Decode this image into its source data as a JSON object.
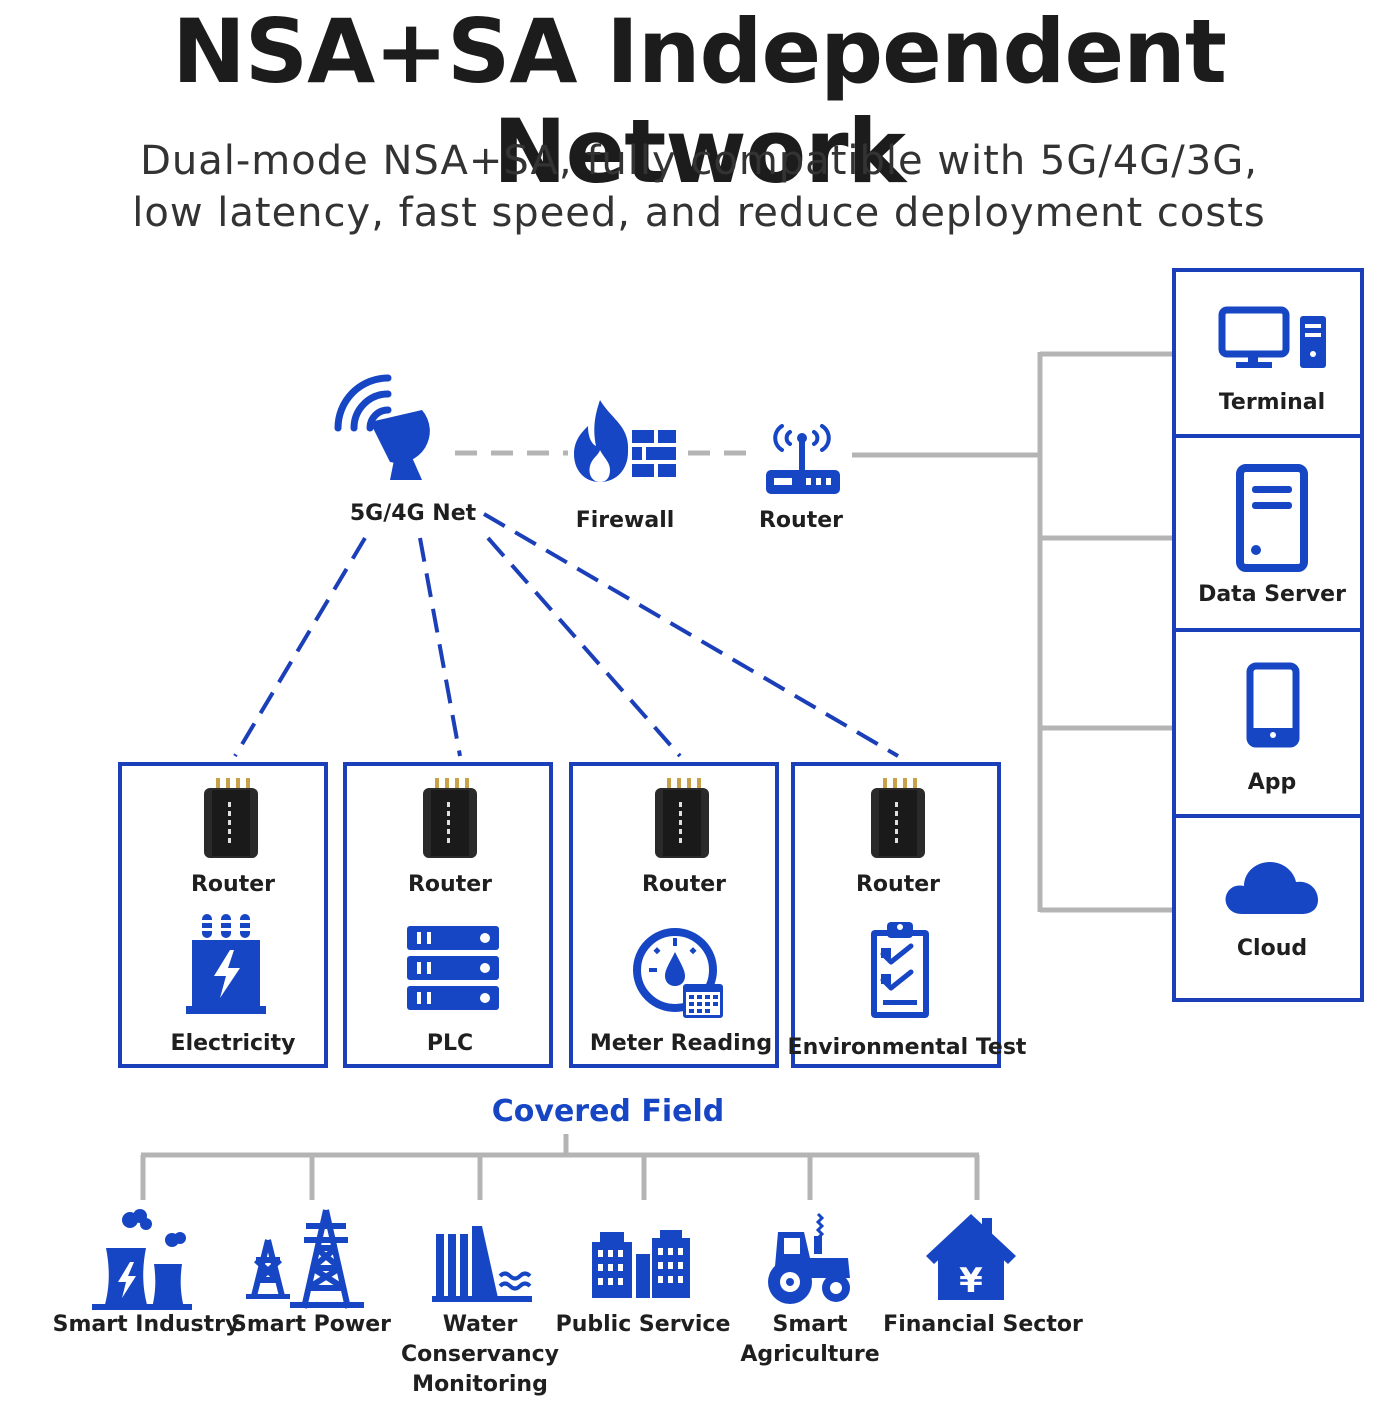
{
  "header": {
    "title": "NSA+SA Independent Network",
    "subtitle_line1": "Dual-mode NSA+SA, fully compatible with 5G/4G/3G,",
    "subtitle_line2": "low latency, fast speed, and reduce deployment costs"
  },
  "network": {
    "net_label": "5G/4G Net",
    "firewall_label": "Firewall",
    "router_label": "Router"
  },
  "right_panel": {
    "items": [
      {
        "label": "Terminal",
        "icon": "computer-icon"
      },
      {
        "label": "Data Server",
        "icon": "server-icon"
      },
      {
        "label": "App",
        "icon": "phone-icon"
      },
      {
        "label": "Cloud",
        "icon": "cloud-icon"
      }
    ]
  },
  "devices": [
    {
      "router_label": "Router",
      "label": "Electricity",
      "icon": "transformer-icon"
    },
    {
      "router_label": "Router",
      "label": "PLC",
      "icon": "plc-icon"
    },
    {
      "router_label": "Router",
      "label": "Meter Reading",
      "icon": "meter-icon"
    },
    {
      "router_label": "Router",
      "label": "Environmental Test",
      "icon": "clipboard-icon"
    }
  ],
  "covered_field": {
    "title": "Covered Field",
    "items": [
      {
        "label": "Smart Industry",
        "icon": "factory-icon"
      },
      {
        "label": "Smart Power",
        "icon": "power-tower-icon"
      },
      {
        "label": "Water\nConservancy\nMonitoring",
        "icon": "dam-icon"
      },
      {
        "label": "Public Service",
        "icon": "buildings-icon"
      },
      {
        "label": "Smart\nAgriculture",
        "icon": "tractor-icon"
      },
      {
        "label": "Financial Sector",
        "icon": "bank-icon"
      }
    ]
  },
  "colors": {
    "accent": "#1a3fb8",
    "icon_blue": "#1746c4",
    "connector_gray": "#b4b4b4"
  }
}
